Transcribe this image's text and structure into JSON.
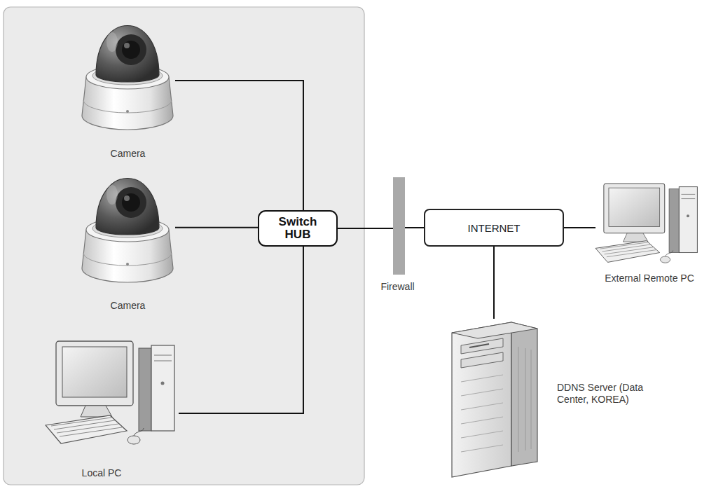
{
  "diagram": {
    "nodes": [
      {
        "text": [
          "Camera"
        ]
      },
      {
        "text": [
          "Camera"
        ]
      },
      {
        "text": [
          "Local PC"
        ]
      },
      {
        "text": [
          "Switch HUB"
        ]
      },
      {
        "text": [
          "Firewall"
        ]
      },
      {
        "text": [
          "INTERNET"
        ]
      },
      {
        "text": [
          "External Remote PC"
        ]
      },
      {
        "text": [
          "DDNS Server (Data Center, KOREA)"
        ]
      }
    ],
    "edges": [
      {
        "from": 0,
        "to": 3,
        "arrow": "none"
      },
      {
        "from": 1,
        "to": 3,
        "arrow": "none"
      },
      {
        "from": 2,
        "to": 3,
        "arrow": "none"
      },
      {
        "from": 3,
        "to": 4,
        "arrow": "none"
      },
      {
        "from": 4,
        "to": 5,
        "arrow": "none"
      },
      {
        "from": 5,
        "to": 6,
        "arrow": "none"
      },
      {
        "from": 5,
        "to": 7,
        "arrow": "none"
      }
    ]
  }
}
